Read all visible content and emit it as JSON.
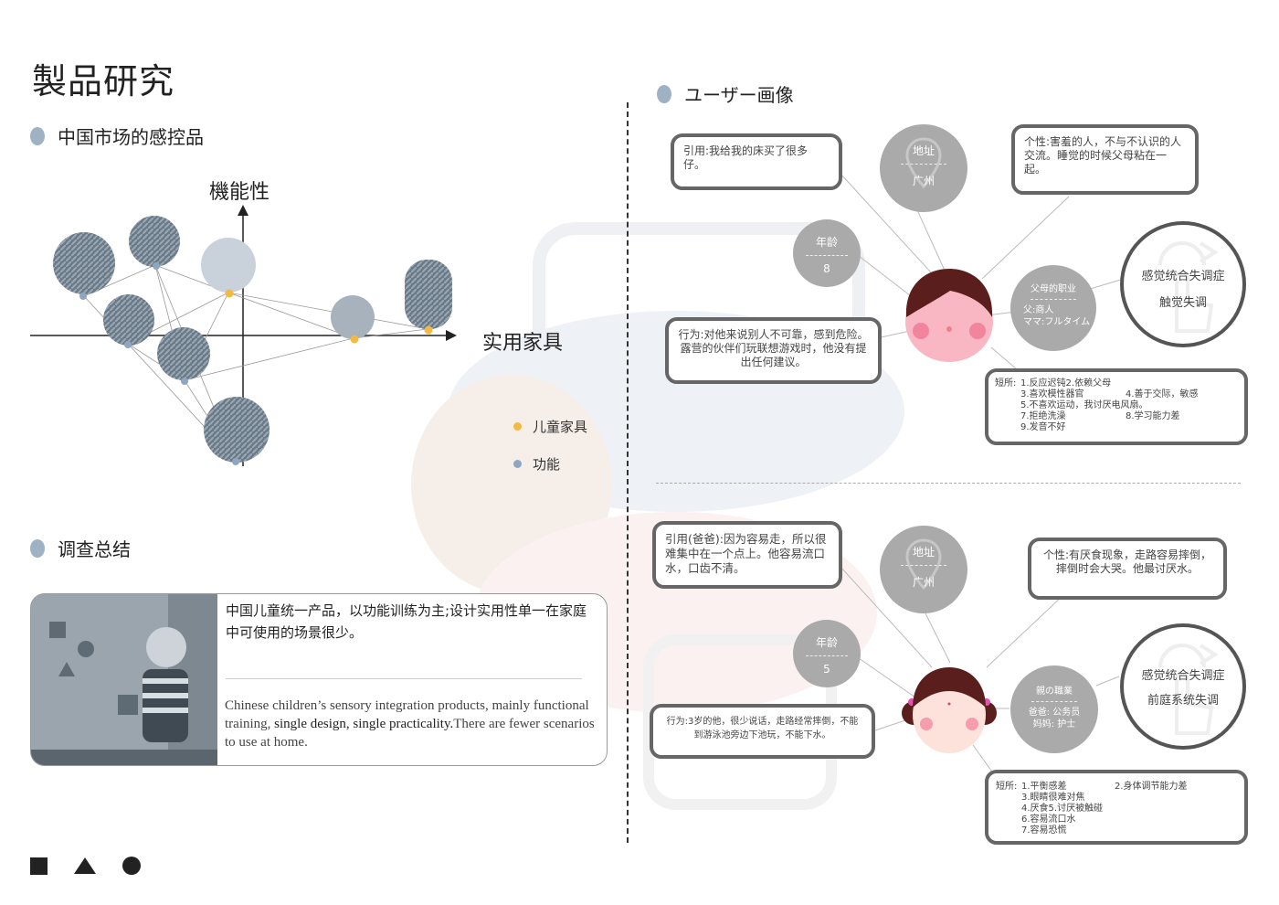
{
  "title": "製品研究",
  "sections": {
    "market": "中国市场的感控品",
    "summary": "调查总结",
    "persona": "ユーザー画像"
  },
  "map": {
    "y_axis_label": "機能性",
    "x_axis_label": "实用家具",
    "legend": [
      {
        "label": "儿童家具",
        "color": "#f4b942"
      },
      {
        "label": "功能",
        "color": "#8ea6c0"
      }
    ]
  },
  "summary": {
    "cn": "中国儿童统一产品，以功能训练为主;设计实用性单一在家庭中可使用的场景很少。",
    "en_1": "Chinese children’s sensory integration products, mainly functional training, ",
    "en_bold": "single design, single practicality.",
    "en_2": "There are fewer scenarios to use at home."
  },
  "persona1": {
    "quote": "引用:我给我的床买了很多仔。",
    "address_label": "地址",
    "address_value": "广州",
    "personality": "个性:害羞的人，不与不认识的人交流。睡觉的时候父母粘在一起。",
    "age_label": "年龄",
    "age_value": "8",
    "parent_job_label": "父母的职业",
    "parent_job_father": "父:商人",
    "parent_job_mother": "ママ:フルタイム",
    "disorder_1": "感觉统合失调症",
    "disorder_2": "触觉失调",
    "behavior": "行为:对他来说别人不可靠，感到危险。露营的伙伴们玩联想游戏时，他没有提出任何建议。",
    "weak_label": "短所:",
    "weak_items": [
      "1.反应迟钝2.依赖父母",
      "3.喜欢模性器官",
      "4.善于交际，敏感",
      "5.不喜欢运动，我讨厌电风扇。",
      "7.拒绝洗澡",
      "8.学习能力差",
      "9.发音不好"
    ]
  },
  "persona2": {
    "quote": "引用(爸爸):因为容易走，所以很难集中在一个点上。他容易流口水，口齿不清。",
    "address_label": "地址",
    "address_value": "广州",
    "personality": "个性:有厌食现象，走路容易摔倒，摔倒时会大哭。他最讨厌水。",
    "age_label": "年龄",
    "age_value": "5",
    "parent_job_label": "親の職業",
    "parent_job_father": "爸爸: 公务员",
    "parent_job_mother": "妈妈: 护士",
    "disorder_1": "感觉统合失调症",
    "disorder_2": "前庭系统失调",
    "behavior": "行为:3岁的他，很少说话，走路经常摔倒，不能到游泳池旁边下池玩，不能下水。",
    "weak_label": "短所:",
    "weak_items": [
      "1.平衡感差",
      "2.身体调节能力差",
      "3.眼睛很难对焦",
      "4.厌食5.讨厌被触碰",
      "6.容易流口水",
      "7.容易恐慌"
    ]
  },
  "colors": {
    "yellow_dot": "#f4b942",
    "blue_dot": "#8ea6c0",
    "gray_circle": "#aaaaaa",
    "bubble_border": "#666666"
  }
}
